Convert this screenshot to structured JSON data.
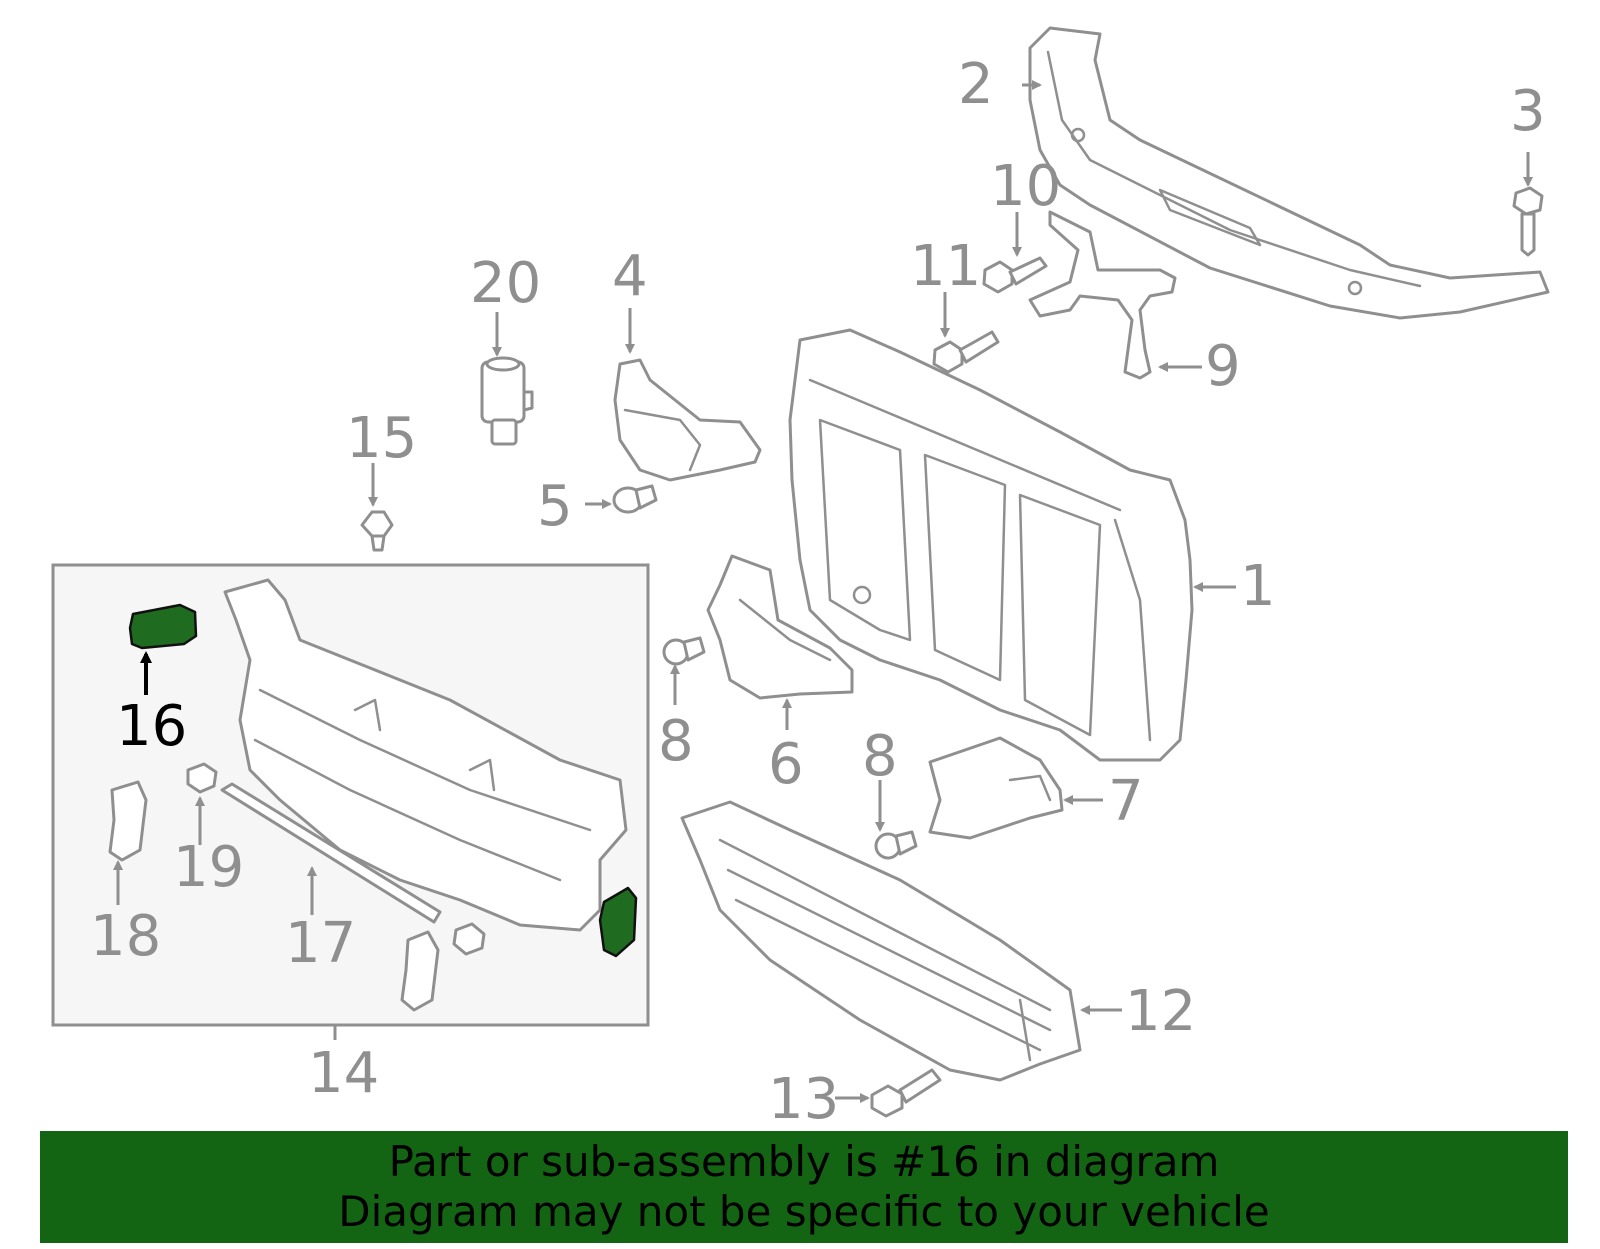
{
  "callouts": {
    "c1": "1",
    "c2": "2",
    "c3": "3",
    "c4": "4",
    "c5": "5",
    "c6": "6",
    "c7": "7",
    "c8a": "8",
    "c8b": "8",
    "c9": "9",
    "c10": "10",
    "c11": "11",
    "c12": "12",
    "c13": "13",
    "c14": "14",
    "c15": "15",
    "c16": "16",
    "c17": "17",
    "c18": "18",
    "c19": "19",
    "c20": "20"
  },
  "highlight": {
    "part_number": "16",
    "color": "#1f6b1f"
  },
  "colors": {
    "parts": "#8f8f8f",
    "inset_box": "#f6f6f6",
    "banner": "#136513"
  },
  "banner": {
    "line1": "Part or sub-assembly is #16 in diagram",
    "line2": "Diagram may not be specific to your vehicle"
  }
}
